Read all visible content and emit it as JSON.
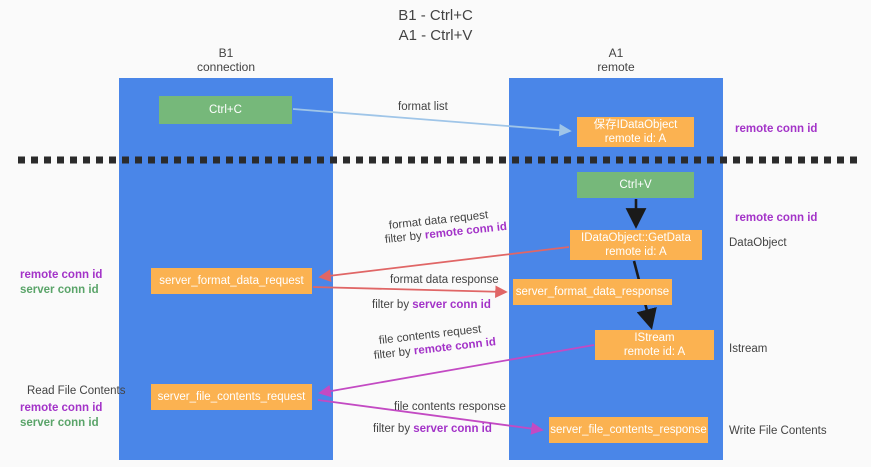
{
  "title": "B1 - Ctrl+C\nA1 - Ctrl+V",
  "title_line1": "B1 - Ctrl+C",
  "title_line2": "A1 - Ctrl+V",
  "colors": {
    "column_blue": "#4a86e8",
    "node_orange": "#fbb251",
    "node_green": "#76b87a",
    "accent_purple": "#a333c8",
    "accent_green": "#5aa469",
    "arrow_red": "#e06666",
    "arrow_blue": "#9fc5e8",
    "arrow_magenta": "#c34ac3",
    "arrow_black": "#1a1a1a",
    "background": "#fafafa"
  },
  "columns": [
    {
      "id": "b1",
      "name": "B1",
      "role": "connection"
    },
    {
      "id": "a1",
      "name": "A1",
      "role": "remote"
    }
  ],
  "nodes": {
    "ctrl_c": {
      "label": "Ctrl+C",
      "kind": "green"
    },
    "idataobject": {
      "line1": "保存IDataObject",
      "line2": "remote id: A",
      "kind": "orange"
    },
    "ctrl_v": {
      "label": "Ctrl+V",
      "kind": "green"
    },
    "getdata": {
      "line1": "IDataObject::GetData",
      "line2": "remote id: A",
      "kind": "orange"
    },
    "server_format_data_response": {
      "label": "server_format_data_response",
      "kind": "orange"
    },
    "istream": {
      "line1": "IStream",
      "line2": "remote id: A",
      "kind": "orange"
    },
    "server_format_data_request": {
      "label": "server_format_data_request",
      "kind": "orange"
    },
    "server_file_contents_request": {
      "label": "server_file_contents_request",
      "kind": "orange"
    },
    "server_file_contents_response": {
      "label": "server_file_contents_response",
      "kind": "orange"
    }
  },
  "edge_labels": {
    "format_list": "format list",
    "format_data_request": "format data request",
    "format_data_request_filter_prefix": "filter by ",
    "format_data_request_filter_key": "remote conn id",
    "format_data_response": "format data response",
    "format_data_response_filter_prefix": "filter by ",
    "format_data_response_filter_key": "server conn id",
    "file_contents_request": "file contents request",
    "file_contents_request_filter_prefix": "filter by ",
    "file_contents_request_filter_key": "remote conn id",
    "file_contents_response": "file contents response",
    "file_contents_response_filter_prefix": "filter by ",
    "file_contents_response_filter_key": "server conn id"
  },
  "annotations": {
    "right_remote_conn_id_top": "remote conn id",
    "right_remote_conn_id_mid": "remote conn id",
    "right_dataobject": "DataObject",
    "right_istream": "Istream",
    "right_write_file_contents": "Write File Contents",
    "left_remote_conn_id_1": "remote conn id",
    "left_server_conn_id_1": "server conn id",
    "left_read_file_contents": "Read File Contents",
    "left_remote_conn_id_2": "remote conn id",
    "left_server_conn_id_2": "server conn id"
  }
}
